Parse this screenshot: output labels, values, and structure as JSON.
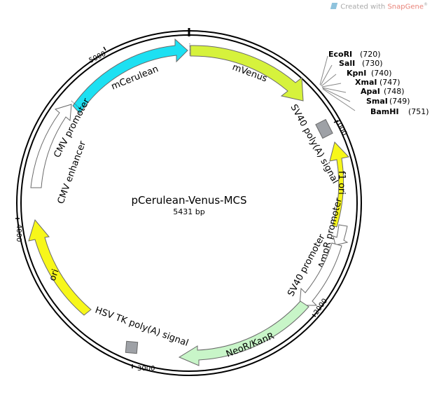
{
  "watermark": {
    "prefix": "Created with ",
    "brand": "SnapGene",
    "reg": "®"
  },
  "plasmid": {
    "name": "pCerulean-Venus-MCS",
    "length": "5431 bp"
  },
  "ticks": [
    "1000",
    "2000",
    "3000",
    "4000",
    "5000"
  ],
  "features": {
    "mcerulean": "mCerulean",
    "mvenus": "mVenus",
    "sv40_polya": "SV40 poly(A) signal",
    "f1_ori": "f1 ori",
    "ampr_promoter": "AmpR promoter",
    "sv40_promoter": "SV40 promoter",
    "neor_kanr": "NeoR/KanR",
    "hsv_tk_polya": "HSV TK poly(A) signal",
    "ori": "ori",
    "cmv_enhancer": "CMV enhancer",
    "cmv_promoter": "CMV promoter"
  },
  "sites": [
    {
      "name": "EcoRI",
      "pos": "(720)"
    },
    {
      "name": "SalI",
      "pos": "(730)"
    },
    {
      "name": "KpnI",
      "pos": "(740)"
    },
    {
      "name": "XmaI",
      "pos": "(747)"
    },
    {
      "name": "ApaI",
      "pos": "(748)"
    },
    {
      "name": "SmaI",
      "pos": "(749)"
    },
    {
      "name": "BamHI",
      "pos": "(751)"
    }
  ],
  "colors": {
    "cerulean": "#1de0f2",
    "venus": "#d6f23c",
    "f1_ori": "#f7f71a",
    "ori": "#f7f71a",
    "neor": "#c8f5c8",
    "promoter": "#ffffff",
    "polya": "#9ea1a6"
  }
}
